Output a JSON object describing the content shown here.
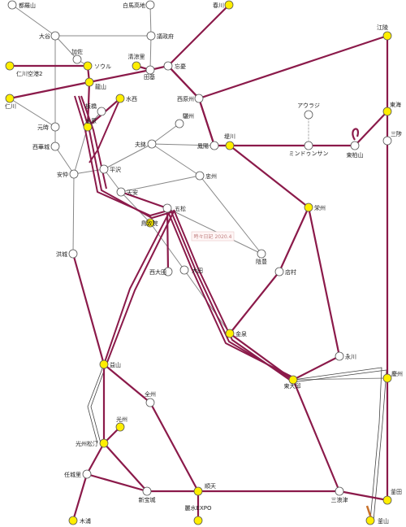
{
  "colors": {
    "route": "#8b1a4a",
    "thin": "#888888",
    "thin_dark": "#444444",
    "major_station": "#ffee00",
    "minor_station": "#ffffff",
    "station_stroke": "#555555",
    "accent_orange": "#c8702a"
  },
  "watermark": "時々日記 2020.4",
  "stations": [
    {
      "id": "dorasan",
      "name": "都羅山",
      "major": false
    },
    {
      "id": "hakuba",
      "name": "白馬高地",
      "major": false
    },
    {
      "id": "kasuga",
      "name": "春川",
      "major": true
    },
    {
      "id": "oya",
      "name": "大谷",
      "major": false
    },
    {
      "id": "seifu",
      "name": "議政府",
      "major": false
    },
    {
      "id": "jiangling",
      "name": "江陵",
      "major": true
    },
    {
      "id": "kasa",
      "name": "加佐",
      "major": false
    },
    {
      "id": "incheon2",
      "name": "仁川空港2",
      "major": true
    },
    {
      "id": "seoul",
      "name": "ソウル",
      "major": true
    },
    {
      "id": "seiryori",
      "name": "清涼里",
      "major": true
    },
    {
      "id": "oujyu",
      "name": "忘憂",
      "major": false
    },
    {
      "id": "dengmo",
      "name": "田基",
      "major": false
    },
    {
      "id": "longshan",
      "name": "龍山",
      "major": true
    },
    {
      "id": "incheon",
      "name": "仁川",
      "major": true
    },
    {
      "id": "suisei",
      "name": "水西",
      "major": true
    },
    {
      "id": "ganbashi",
      "name": "板橋",
      "major": false
    },
    {
      "id": "suiyuan",
      "name": "水原",
      "major": true
    },
    {
      "id": "yuanshi",
      "name": "元時",
      "major": false
    },
    {
      "id": "xijing",
      "name": "西原州",
      "major": false
    },
    {
      "id": "donghai",
      "name": "東海",
      "major": true
    },
    {
      "id": "arauji",
      "name": "アウラジ",
      "major": false
    },
    {
      "id": "riyu",
      "name": "驪州",
      "major": false
    },
    {
      "id": "sanzhi",
      "name": "三陟",
      "major": false
    },
    {
      "id": "xijiang",
      "name": "西華城",
      "major": false
    },
    {
      "id": "fushou",
      "name": "夫鉢",
      "major": false
    },
    {
      "id": "fengyang",
      "name": "鳳陽",
      "major": false
    },
    {
      "id": "tisen",
      "name": "堤川",
      "major": true
    },
    {
      "id": "mindong",
      "name": "ミンドゥンサン",
      "major": false
    },
    {
      "id": "dongbaishan",
      "name": "東柏山",
      "major": false
    },
    {
      "id": "anzhong",
      "name": "安仲",
      "major": false
    },
    {
      "id": "pingze",
      "name": "平沢",
      "major": false
    },
    {
      "id": "zhongzhou",
      "name": "忠州",
      "major": false
    },
    {
      "id": "tianan",
      "name": "天安",
      "major": false
    },
    {
      "id": "rongzhou",
      "name": "栄州",
      "major": true
    },
    {
      "id": "wusong",
      "name": "五松",
      "major": false
    },
    {
      "id": "jingsheng",
      "name": "鳥致院",
      "major": true
    },
    {
      "id": "hongcheng",
      "name": "洪城",
      "major": false
    },
    {
      "id": "puru",
      "name": "陰豊",
      "major": false
    },
    {
      "id": "xidatian",
      "name": "西大田",
      "major": false
    },
    {
      "id": "datian",
      "name": "大田",
      "major": false
    },
    {
      "id": "diancun",
      "name": "店村",
      "major": false
    },
    {
      "id": "jinquan",
      "name": "金泉",
      "major": true
    },
    {
      "id": "yongchuan",
      "name": "永川",
      "major": false
    },
    {
      "id": "yishan",
      "name": "益山",
      "major": true
    },
    {
      "id": "dongdaqiu",
      "name": "東大邱",
      "major": true
    },
    {
      "id": "qingzhou",
      "name": "慶州",
      "major": true
    },
    {
      "id": "quanzhou",
      "name": "全州",
      "major": false
    },
    {
      "id": "guangzhou",
      "name": "光州",
      "major": true
    },
    {
      "id": "guangzhousongding",
      "name": "光州松汀",
      "major": true
    },
    {
      "id": "renchengli",
      "name": "任城里",
      "major": false
    },
    {
      "id": "xinbaocheng",
      "name": "新宝城",
      "major": false
    },
    {
      "id": "shuntian",
      "name": "順天",
      "major": true
    },
    {
      "id": "sanlangjin",
      "name": "三浪津",
      "major": false
    },
    {
      "id": "fushan",
      "name": "釜田",
      "major": true
    },
    {
      "id": "mupu",
      "name": "木浦",
      "major": true
    },
    {
      "id": "lishuiexpo",
      "name": "麗水EXPO",
      "major": true
    },
    {
      "id": "busan",
      "name": "釜山",
      "major": true
    }
  ]
}
